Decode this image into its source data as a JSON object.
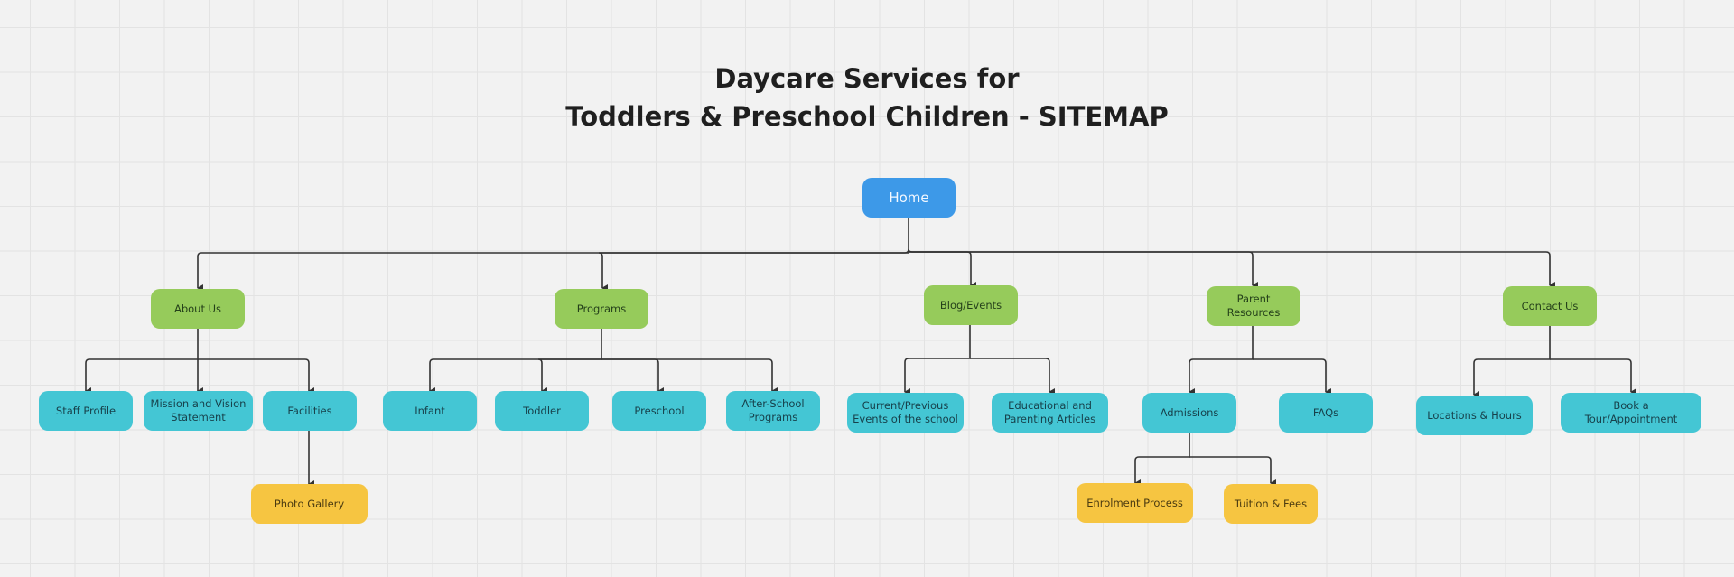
{
  "title": {
    "line1": "Daycare Services for",
    "line2": "Toddlers & Preschool Children - SITEMAP"
  },
  "colors": {
    "background": "#f2f2f2",
    "grid": "#e3e3e3",
    "home": "#3d99e8",
    "section": "#96cb5b",
    "page": "#44c6d4",
    "subpage": "#f6c541",
    "connector": "#333333"
  },
  "home": {
    "label": "Home"
  },
  "sections": [
    {
      "label": "About Us",
      "children": [
        {
          "label": "Staff Profile"
        },
        {
          "label": "Mission and Vision Statement"
        },
        {
          "label": "Facilities",
          "children": [
            {
              "label": "Photo Gallery"
            }
          ]
        }
      ]
    },
    {
      "label": "Programs",
      "children": [
        {
          "label": "Infant"
        },
        {
          "label": "Toddler"
        },
        {
          "label": "Preschool"
        },
        {
          "label": "After-School Programs"
        }
      ]
    },
    {
      "label": "Blog/Events",
      "children": [
        {
          "label": "Current/Previous Events of the school"
        },
        {
          "label": "Educational and Parenting Articles"
        }
      ]
    },
    {
      "label": "Parent Resources",
      "children": [
        {
          "label": "Admissions",
          "children": [
            {
              "label": "Enrolment Process"
            },
            {
              "label": "Tuition & Fees"
            }
          ]
        },
        {
          "label": "FAQs"
        }
      ]
    },
    {
      "label": "Contact Us",
      "children": [
        {
          "label": "Locations & Hours"
        },
        {
          "label": "Book a Tour/Appointment"
        }
      ]
    }
  ]
}
